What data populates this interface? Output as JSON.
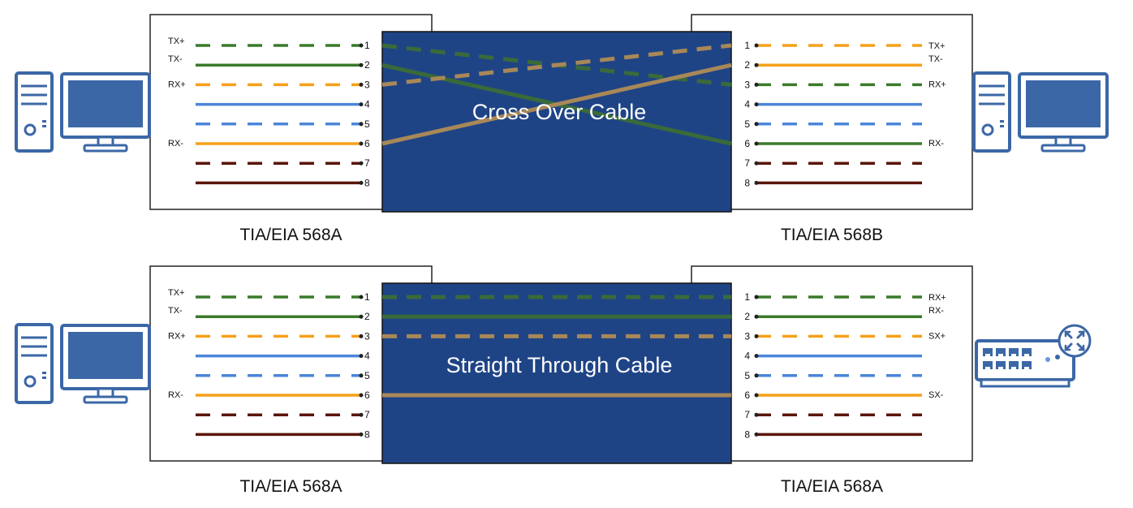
{
  "colors": {
    "green": "#3a7a2a",
    "orange": "#f5a01a",
    "blue": "#4a86d8",
    "brown": "#5a1508",
    "cable_fill": "#1f4486",
    "cable_green": "#3a6a3a",
    "cable_orange": "#a88858",
    "device": "#3b67a6"
  },
  "wire_styles": [
    {
      "color": "green",
      "dashed": true
    },
    {
      "color": "green",
      "dashed": false
    },
    {
      "color": "orange",
      "dashed": true
    },
    {
      "color": "blue",
      "dashed": false
    },
    {
      "color": "blue",
      "dashed": true
    },
    {
      "color": "orange",
      "dashed": false
    },
    {
      "color": "brown",
      "dashed": true
    },
    {
      "color": "brown",
      "dashed": false
    }
  ],
  "diagrams": [
    {
      "cable_title": "Cross Over Cable",
      "left": {
        "caption": "TIA/EIA 568A",
        "device_icon": "desktop-computer-icon",
        "pins": [
          "1",
          "2",
          "3",
          "4",
          "5",
          "6",
          "7",
          "8"
        ],
        "signals": [
          "TX+",
          "TX-",
          "RX+",
          "",
          "",
          "RX-",
          "",
          ""
        ],
        "wires": [
          0,
          1,
          2,
          3,
          4,
          5,
          6,
          7
        ]
      },
      "right": {
        "caption": "TIA/EIA 568B",
        "device_icon": "desktop-computer-icon",
        "pins": [
          "1",
          "2",
          "3",
          "4",
          "5",
          "6",
          "7",
          "8"
        ],
        "signals": [
          "TX+",
          "TX-",
          "RX+",
          "",
          "",
          "RX-",
          "",
          ""
        ],
        "wires": [
          2,
          5,
          0,
          3,
          4,
          1,
          6,
          7
        ]
      },
      "cable_lines": [
        {
          "from": 1,
          "to": 3,
          "color": "cable_green",
          "dashed": true
        },
        {
          "from": 2,
          "to": 6,
          "color": "cable_green",
          "dashed": false
        },
        {
          "from": 3,
          "to": 1,
          "color": "cable_orange",
          "dashed": true
        },
        {
          "from": 6,
          "to": 2,
          "color": "cable_orange",
          "dashed": false
        }
      ]
    },
    {
      "cable_title": "Straight Through Cable",
      "left": {
        "caption": "TIA/EIA 568A",
        "device_icon": "desktop-computer-icon",
        "pins": [
          "1",
          "2",
          "3",
          "4",
          "5",
          "6",
          "7",
          "8"
        ],
        "signals": [
          "TX+",
          "TX-",
          "RX+",
          "",
          "",
          "RX-",
          "",
          ""
        ],
        "wires": [
          0,
          1,
          2,
          3,
          4,
          5,
          6,
          7
        ]
      },
      "right": {
        "caption": "TIA/EIA 568A",
        "device_icon": "network-switch-icon",
        "pins": [
          "1",
          "2",
          "3",
          "4",
          "5",
          "6",
          "7",
          "8"
        ],
        "signals": [
          "RX+",
          "RX-",
          "SX+",
          "",
          "",
          "SX-",
          "",
          ""
        ],
        "wires": [
          0,
          1,
          2,
          3,
          4,
          5,
          6,
          7
        ]
      },
      "cable_lines": [
        {
          "from": 1,
          "to": 1,
          "color": "cable_green",
          "dashed": true
        },
        {
          "from": 2,
          "to": 2,
          "color": "cable_green",
          "dashed": false
        },
        {
          "from": 3,
          "to": 3,
          "color": "cable_orange",
          "dashed": true
        },
        {
          "from": 6,
          "to": 6,
          "color": "cable_orange",
          "dashed": false
        }
      ]
    }
  ]
}
